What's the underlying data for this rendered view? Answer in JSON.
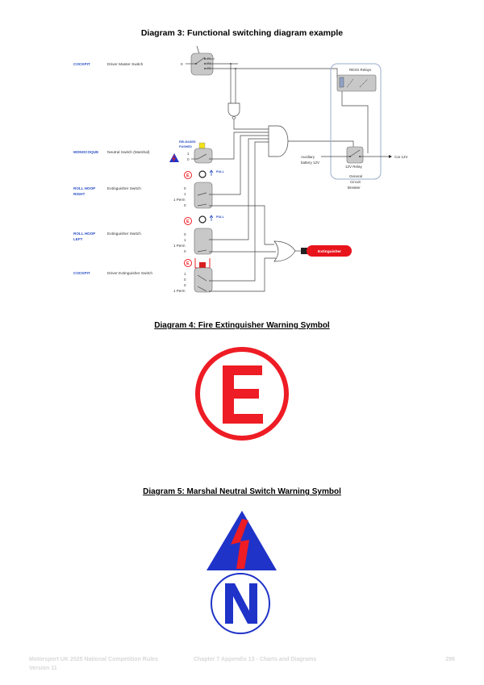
{
  "diagram3": {
    "title": "Diagram 3: Functional switching diagram example",
    "rows": [
      {
        "location": "COCKPIT",
        "name": "Driver Master Switch",
        "positions": [
          "0"
        ]
      },
      {
        "location": "MONOCOQUE",
        "name": "Neutral Switch (Marshal)",
        "positions": [
          "1",
          "0"
        ],
        "state_labels": [
          "RELEASED",
          "PUSHED"
        ]
      },
      {
        "location_line1": "ROLL HOOP",
        "location_line2": "RIGHT",
        "name": "Extinguisher Switch",
        "positions": [
          "0",
          "1",
          "1 Perm",
          "0"
        ],
        "action": "PULL"
      },
      {
        "location_line1": "ROLL HOOP",
        "location_line2": "LEFT",
        "name": "Extinguisher Switch",
        "positions": [
          "0",
          "1",
          "1 Perm",
          "0"
        ],
        "action": "PULL"
      },
      {
        "location": "COCKPIT",
        "name": "Driver Extinguisher Switch",
        "positions": [
          "1",
          "0",
          "0",
          "1 Perm"
        ]
      }
    ],
    "master_positions": [
      "P0",
      "P1",
      "P2"
    ],
    "ress_relays": "RESS Relays",
    "relay_12v": "12V Relay",
    "aux_battery_line1": "Auxiliary",
    "aux_battery_line2": "battery 12V",
    "car_12v": "Car 12V",
    "gcb_line1": "General",
    "gcb_line2": "Circuit",
    "gcb_line3": "Breaker",
    "extinguisher": "Extinguisher",
    "e_symbol": "E"
  },
  "diagram4": {
    "title": "Diagram 4: Fire Extinguisher Warning Symbol",
    "letter": "E",
    "color": "#ee1c24"
  },
  "diagram5": {
    "title": "Diagram 5: Marshal Neutral Switch  Warning Symbol",
    "letter": "N",
    "blue": "#1f33c8",
    "red": "#ee1c24"
  },
  "footer": {
    "doc_line1": "Motorsport UK 2025 National Competition Rules",
    "doc_line2": "Version 11",
    "chapter": "Chapter 7 Appendix 13 - Charts and Diagrams",
    "page": "296"
  }
}
